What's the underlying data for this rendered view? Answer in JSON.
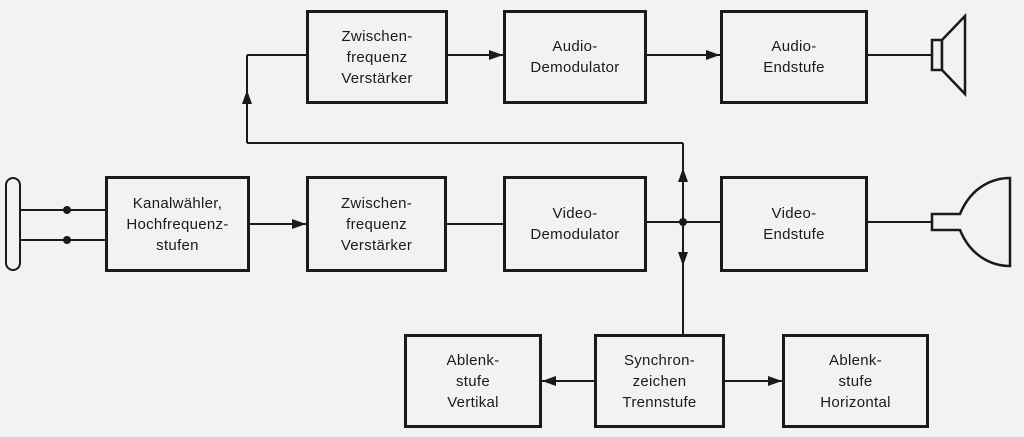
{
  "blocks": {
    "zf_audio": [
      "Zwischen-",
      "frequenz",
      "Verstärker"
    ],
    "audio_demod": [
      "Audio-",
      "Demodulator"
    ],
    "audio_end": [
      "Audio-",
      "Endstufe"
    ],
    "tuner": [
      "Kanalwähler,",
      "Hochfrequenz-",
      "stufen"
    ],
    "zf_video": [
      "Zwischen-",
      "frequenz",
      "Verstärker"
    ],
    "video_demod": [
      "Video-",
      "Demodulator"
    ],
    "video_end": [
      "Video-",
      "Endstufe"
    ],
    "ablenk_vert": [
      "Ablenk-",
      "stufe",
      "Vertikal"
    ],
    "sync": [
      "Synchron-",
      "zeichen",
      "Trennstufe"
    ],
    "ablenk_hor": [
      "Ablenk-",
      "stufe",
      "Horizontal"
    ]
  },
  "colors": {
    "ink": "#1a1a1a",
    "paper": "#f2f3f1"
  },
  "icons": [
    "antenna-icon",
    "speaker-icon",
    "picture-tube-icon"
  ]
}
